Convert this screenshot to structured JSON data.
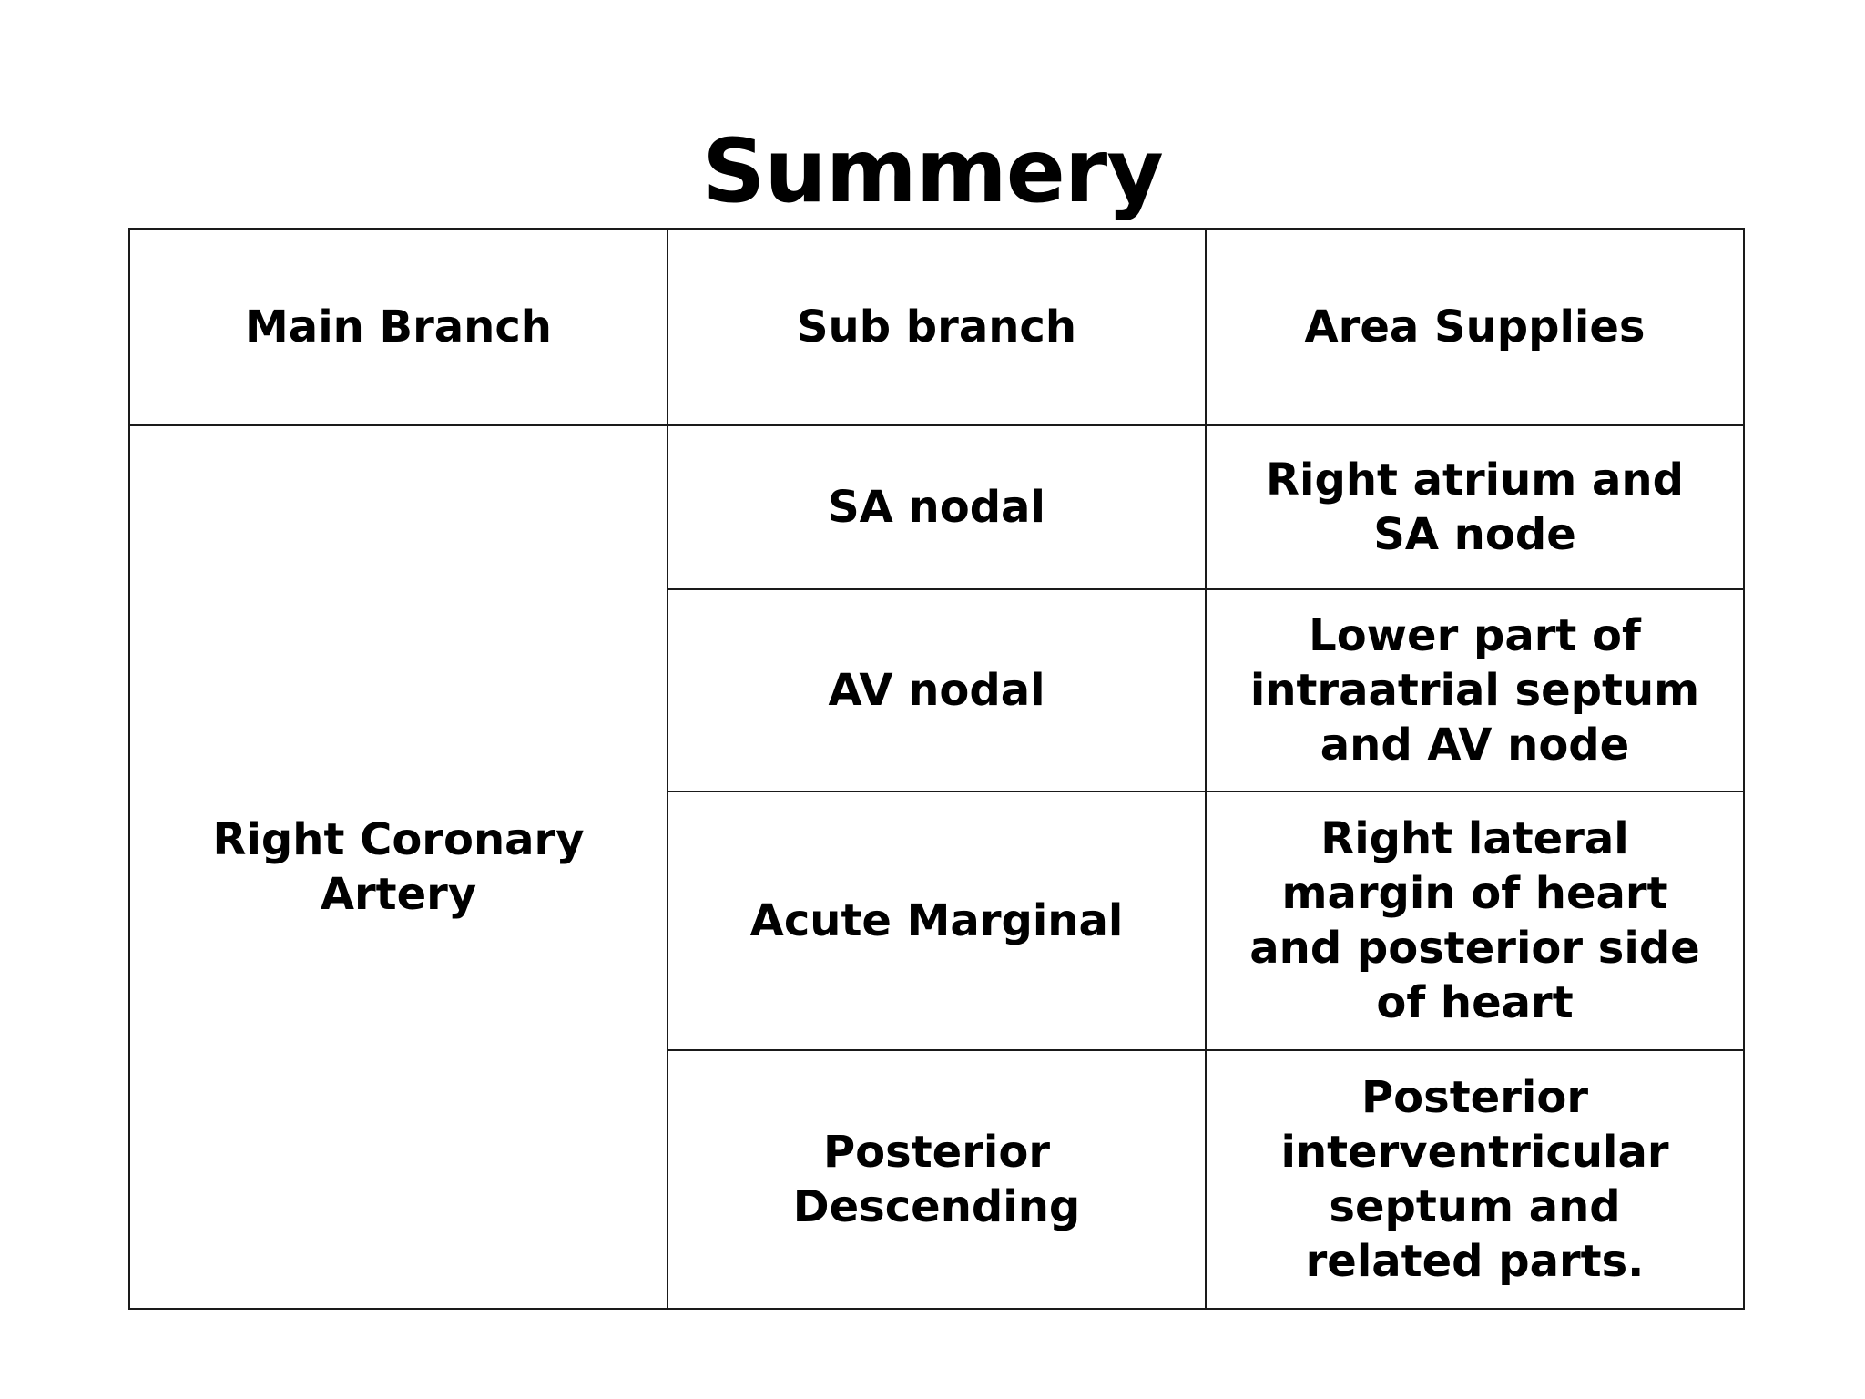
{
  "title": "Summery",
  "table": {
    "headers": [
      "Main Branch",
      "Sub branch",
      "Area Supplies"
    ],
    "main_branch": "Right Coronary Artery",
    "rows": [
      {
        "sub_branch": "SA nodal",
        "area_supplies": "Right atrium and SA node"
      },
      {
        "sub_branch": "AV nodal",
        "area_supplies": "Lower part of intraatrial septum and AV node"
      },
      {
        "sub_branch": "Acute Marginal",
        "area_supplies": "Right lateral margin of heart and posterior side of heart"
      },
      {
        "sub_branch": "Posterior Descending",
        "area_supplies": "Posterior interventricular septum and related parts."
      }
    ]
  }
}
